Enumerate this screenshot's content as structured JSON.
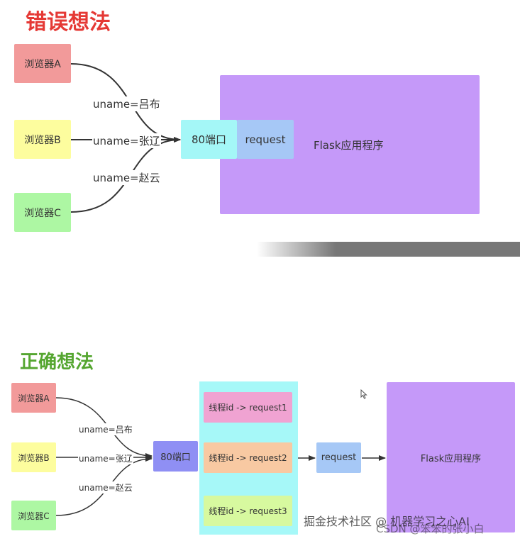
{
  "wrong": {
    "title": "错误想法",
    "browsers": [
      "浏览器A",
      "浏览器B",
      "浏览器C"
    ],
    "labels": [
      "uname=吕布",
      "uname=张辽",
      "uname=赵云"
    ],
    "port": "80端口",
    "request": "request",
    "flask": "Flask应用程序"
  },
  "right": {
    "title": "正确想法",
    "browsers": [
      "浏览器A",
      "浏览器B",
      "浏览器C"
    ],
    "labels": [
      "uname=吕布",
      "uname=张辽",
      "uname=赵云"
    ],
    "port": "80端口",
    "threads": [
      "线程id -> request1",
      "线程id -> request2",
      "线程id -> request3"
    ],
    "request": "request",
    "flask": "Flask应用程序"
  },
  "watermarks": [
    "掘金技术社区 @ 机器学习之心AI",
    "CSDN @笨笨的张小白"
  ],
  "colors": {
    "title_wrong": "#e53935",
    "title_right": "#55a630",
    "browserA": "#f29a9a",
    "browserB": "#fdfd9e",
    "browserC": "#adf7a3",
    "port_top": "#a4f7f7",
    "port_bottom": "#8f8ff4",
    "request": "#a6c8f6",
    "flask": "#c599f9",
    "thread_panel": "#a6f8f8",
    "thread1": "#f0a3d2",
    "thread2": "#f8c9a2",
    "thread3": "#d7f99f"
  }
}
